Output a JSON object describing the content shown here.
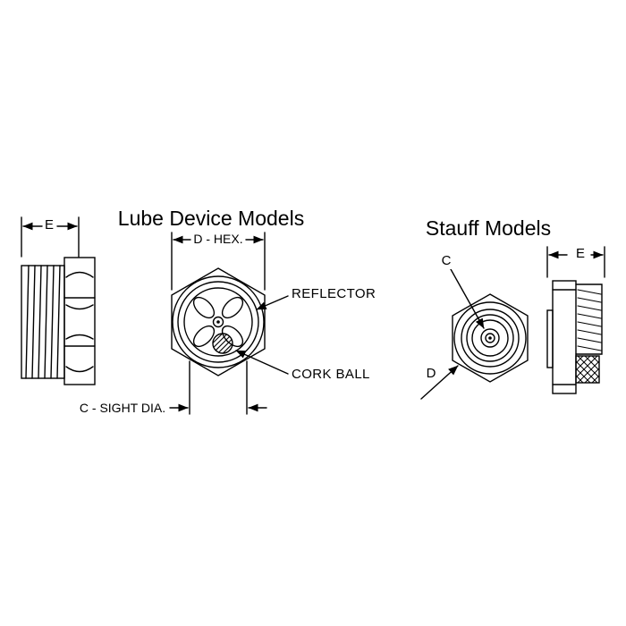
{
  "page": {
    "background": "#ffffff",
    "line_color": "#000000"
  },
  "lube": {
    "title": "Lube Device Models",
    "dims": {
      "e": "E",
      "d_hex": "D - HEX.",
      "c_sight": "C - SIGHT DIA."
    },
    "callouts": {
      "reflector": "REFLECTOR",
      "cork_ball": "CORK BALL"
    }
  },
  "stauff": {
    "title": "Stauff Models",
    "dims": {
      "c": "C",
      "d": "D",
      "e": "E"
    }
  }
}
